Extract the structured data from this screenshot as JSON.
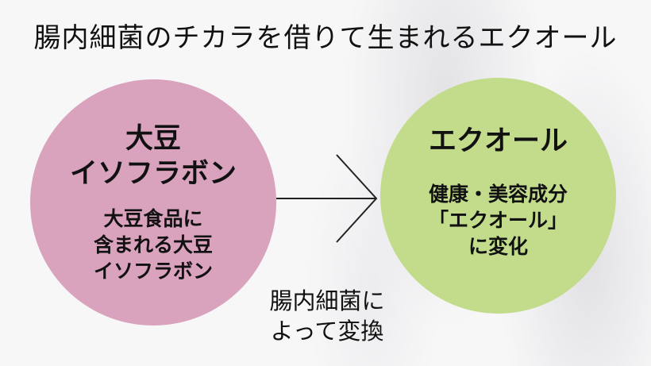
{
  "title": "腸内細菌のチカラを借りて生まれるエクオール",
  "source_circle": {
    "heading": [
      "大豆",
      "イソフラボン"
    ],
    "description": [
      "大豆食品に",
      "含まれる大豆",
      "イソフラボン"
    ],
    "color": "#d9a2bd"
  },
  "target_circle": {
    "heading": [
      "エクオール"
    ],
    "description": [
      "健康・美容成分",
      "「エクオール」",
      "に変化"
    ],
    "color": "#c2dc8c"
  },
  "conversion_note": [
    "腸内細菌に",
    "よって変換"
  ]
}
